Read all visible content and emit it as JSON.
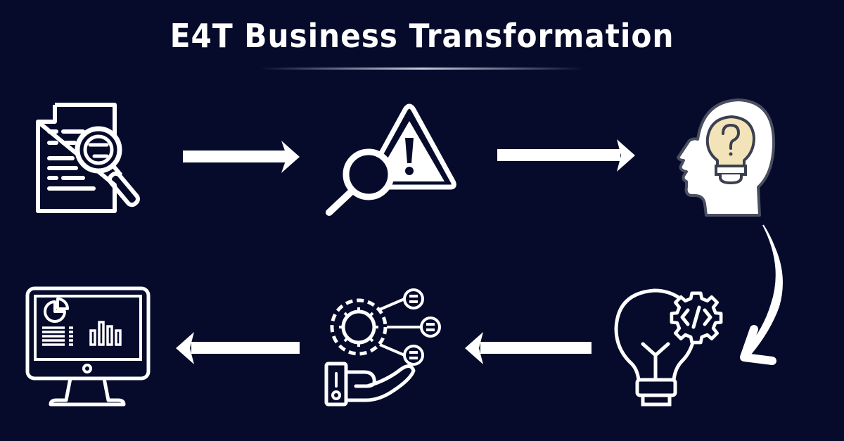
{
  "header": {
    "title": "E4T  Business Transformation"
  },
  "colors": {
    "background": "#060b2c",
    "foreground": "#ffffff",
    "bulb_fill": "#f3e3b8",
    "head_outline": "#4a4f60"
  },
  "flow": {
    "steps": [
      {
        "order": 1,
        "icon": "document-search-icon"
      },
      {
        "order": 2,
        "icon": "risk-analysis-icon"
      },
      {
        "order": 3,
        "icon": "head-question-bulb-icon"
      },
      {
        "order": 4,
        "icon": "bulb-code-gear-icon"
      },
      {
        "order": 5,
        "icon": "hand-gear-options-icon"
      },
      {
        "order": 6,
        "icon": "monitor-dashboard-icon"
      }
    ],
    "arrows": [
      {
        "from": 1,
        "to": 2,
        "direction": "right"
      },
      {
        "from": 2,
        "to": 3,
        "direction": "right"
      },
      {
        "from": 3,
        "to": 4,
        "direction": "curved-down-left"
      },
      {
        "from": 4,
        "to": 5,
        "direction": "left"
      },
      {
        "from": 5,
        "to": 6,
        "direction": "left"
      }
    ]
  }
}
